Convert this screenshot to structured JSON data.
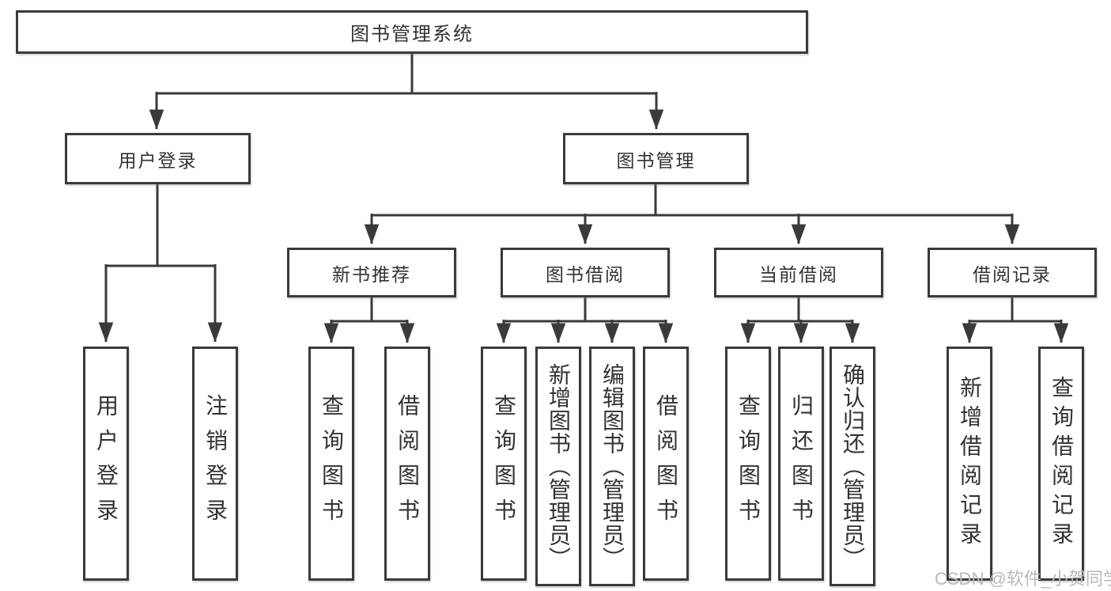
{
  "diagram": {
    "root": "图书管理系统",
    "level2": [
      "用户登录",
      "图书管理"
    ],
    "user_login_children": [
      "用户登录",
      "注销登录"
    ],
    "book_mgmt_sections": [
      "新书推荐",
      "图书借阅",
      "当前借阅",
      "借阅记录"
    ],
    "new_book_children": [
      "查询图书",
      "借阅图书"
    ],
    "borrow_children": [
      "查询图书",
      "新增图书（管理员）",
      "编辑图书（管理员）",
      "借阅图书"
    ],
    "current_children": [
      "查询图书",
      "归还图书",
      "确认归还（管理员）"
    ],
    "record_children": [
      "新增借阅记录",
      "查询借阅记录"
    ]
  },
  "watermark": "CSDN @软件_小贺同学",
  "colors": {
    "line": "#3a3a3a",
    "box_border": "#3a3a3a",
    "text": "#323232",
    "watermark": "#b9b9b9",
    "background": "#ffffff"
  }
}
